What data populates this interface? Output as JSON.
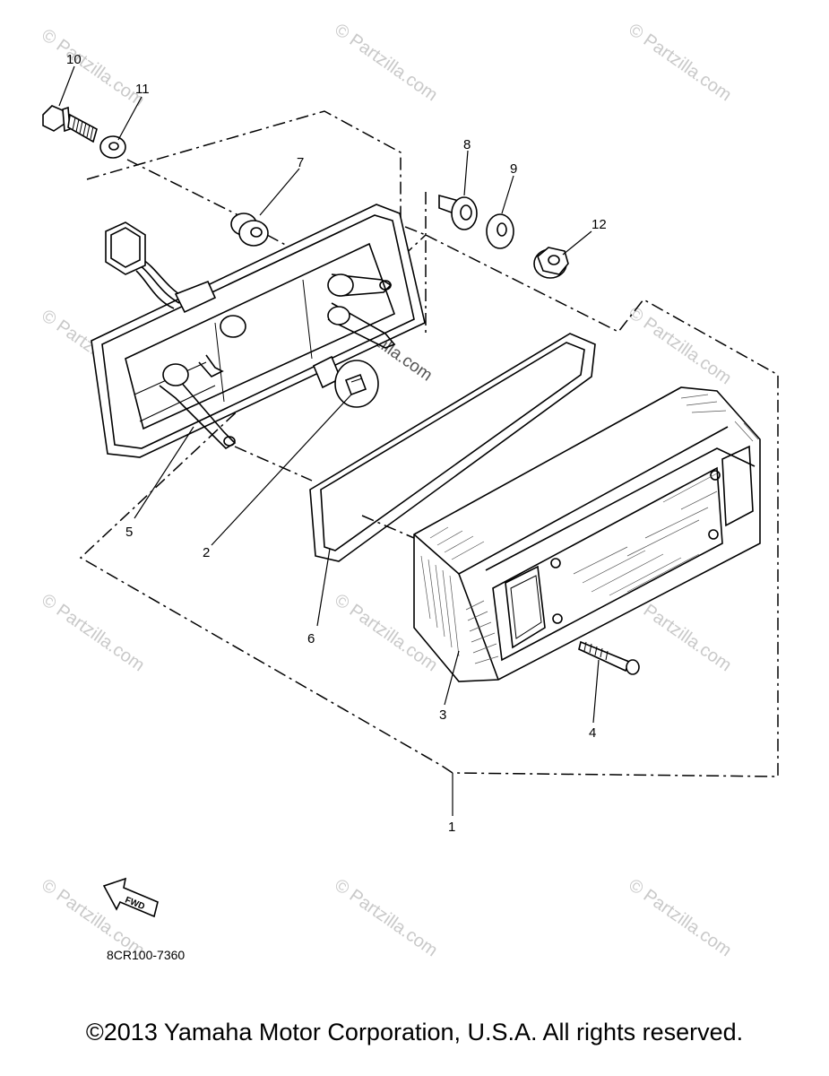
{
  "diagram": {
    "part_callouts": [
      "1",
      "2",
      "3",
      "4",
      "5",
      "6",
      "7",
      "8",
      "9",
      "10",
      "11",
      "12"
    ],
    "watermark": "© Partzilla.com",
    "fwd_label": "FWD",
    "diagram_code": "8CR100-7360",
    "copyright": "©2013  Yamaha Motor Corporation, U.S.A. All rights reserved."
  },
  "colors": {
    "ink": "#000000",
    "watermark": "#c9c9c9",
    "background": "#ffffff"
  },
  "icons": [
    "fwd-arrow-icon"
  ]
}
